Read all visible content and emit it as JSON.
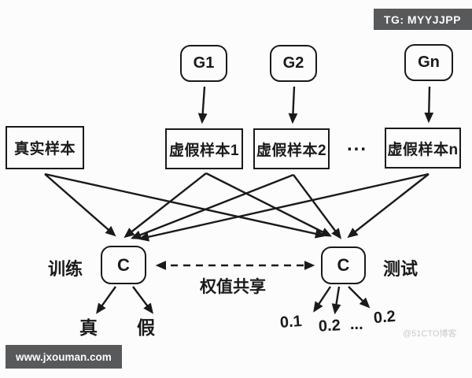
{
  "badges": {
    "tg": "TG: MYYJJPP",
    "site": "www.jxouman.com",
    "watermark": "@51CTO博客"
  },
  "generators": [
    {
      "label": "G1"
    },
    {
      "label": "G2"
    },
    {
      "label": "Gn"
    }
  ],
  "samples": {
    "real": "真实样本",
    "fake1": "虚假样本1",
    "fake2": "虚假样本2",
    "ellipsis": "...",
    "faken": "虚假样本n"
  },
  "classifiers": {
    "train_side_label": "训练",
    "train_box": "C",
    "test_box": "C",
    "test_side_label": "测试",
    "weight_share_label": "权值共享"
  },
  "outputs": {
    "train": [
      "真",
      "假"
    ],
    "test": [
      "0.1",
      "0.2",
      "...",
      "0.2"
    ]
  },
  "edges": [
    {
      "from": "G1",
      "to": "虚假样本1"
    },
    {
      "from": "G2",
      "to": "虚假样本2"
    },
    {
      "from": "Gn",
      "to": "虚假样本n"
    },
    {
      "from": "真实样本",
      "to": "C-训练"
    },
    {
      "from": "虚假样本1",
      "to": "C-训练"
    },
    {
      "from": "虚假样本2",
      "to": "C-训练"
    },
    {
      "from": "虚假样本n",
      "to": "C-训练"
    },
    {
      "from": "真实样本",
      "to": "C-测试"
    },
    {
      "from": "虚假样本1",
      "to": "C-测试"
    },
    {
      "from": "虚假样本2",
      "to": "C-测试"
    },
    {
      "from": "虚假样本n",
      "to": "C-测试"
    },
    {
      "from": "C-训练",
      "to": "真"
    },
    {
      "from": "C-训练",
      "to": "假"
    },
    {
      "from": "C-测试",
      "to": "0.1"
    },
    {
      "from": "C-测试",
      "to": "0.2"
    },
    {
      "from": "C-测试",
      "to": "0.2 (n)"
    },
    {
      "from": "C-训练",
      "to": "C-测试",
      "style": "dashed-bidirectional",
      "label": "权值共享"
    }
  ],
  "colors": {
    "line": "#1a1a1a",
    "badge_bg": "#58595b",
    "background": "#fcfcfc",
    "watermark": "#cbcbcb"
  }
}
